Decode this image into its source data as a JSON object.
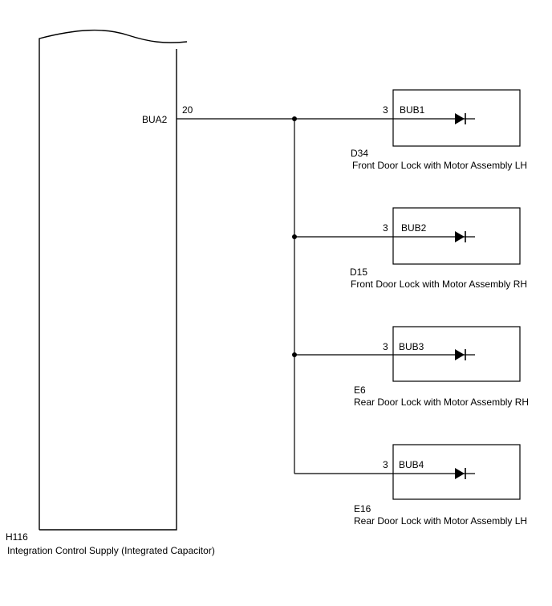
{
  "main_component": {
    "code": "H116",
    "name": "Integration Control Supply (Integrated Capacitor)",
    "terminal_name": "BUA2",
    "pin": "20"
  },
  "branches": [
    {
      "code": "D34",
      "name": "Front Door Lock with Motor Assembly LH",
      "pin": "3",
      "terminal_name": "BUB1"
    },
    {
      "code": "D15",
      "name": "Front Door Lock with Motor Assembly RH",
      "pin": "3",
      "terminal_name": "BUB2"
    },
    {
      "code": "E6",
      "name": "Rear Door Lock with Motor Assembly RH",
      "pin": "3",
      "terminal_name": "BUB3"
    },
    {
      "code": "E16",
      "name": "Rear Door Lock with Motor Assembly LH",
      "pin": "3",
      "terminal_name": "BUB4"
    }
  ]
}
